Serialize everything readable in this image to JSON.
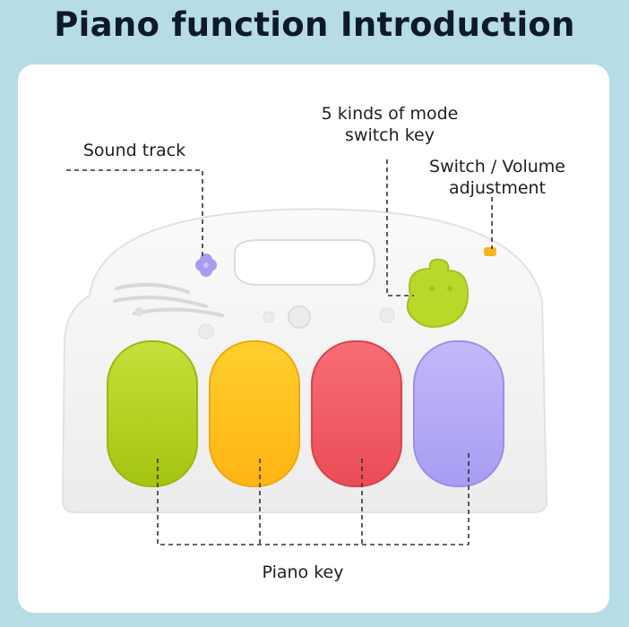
{
  "title": "Piano function Introduction",
  "labels": {
    "sound_track": "Sound track",
    "mode_switch_line1": "5 kinds of mode",
    "mode_switch_line2": "switch key",
    "volume_line1": "Switch / Volume",
    "volume_line2": "adjustment",
    "piano_key": "Piano key"
  },
  "colors": {
    "background": "#b6dde6",
    "key_green": "#b3d11a",
    "key_yellow": "#ffc21a",
    "key_red": "#f05a63",
    "key_purple": "#b1a7f5",
    "mode_button": "#b8d92a",
    "sound_button": "#a99cf0",
    "volume_switch": "#f5b51b"
  }
}
